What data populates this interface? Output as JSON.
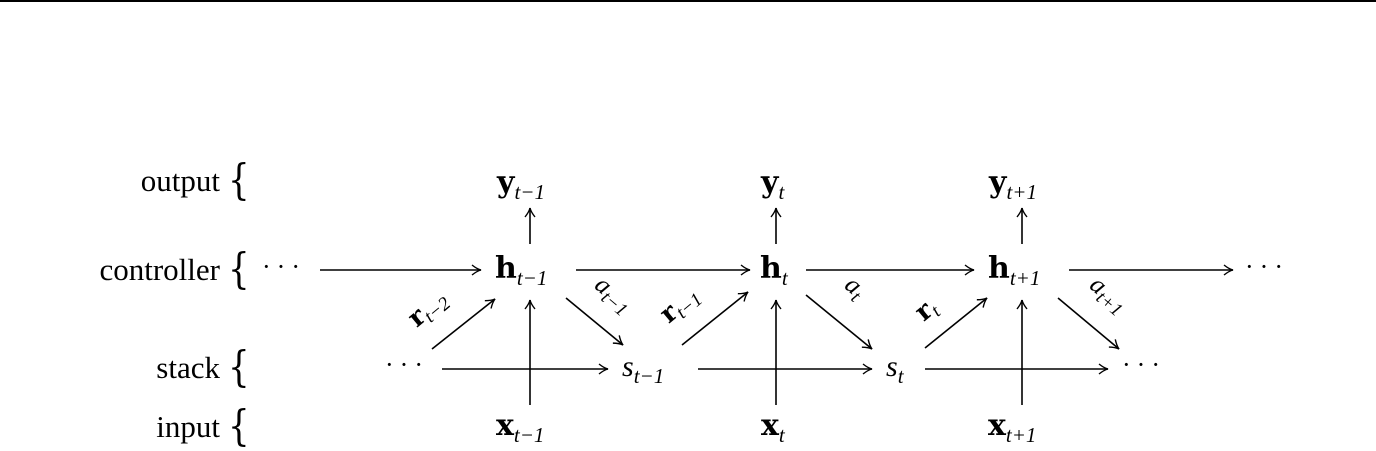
{
  "diagram": {
    "rows": [
      {
        "id": "output",
        "label": "output",
        "brace": "{"
      },
      {
        "id": "controller",
        "label": "controller",
        "brace": "{"
      },
      {
        "id": "stack",
        "label": "stack",
        "brace": "{"
      },
      {
        "id": "input",
        "label": "input",
        "brace": "{"
      }
    ],
    "ellipsis": "···",
    "nodes": {
      "y_prev": {
        "base": "y",
        "sub": "t−1"
      },
      "y_cur": {
        "base": "y",
        "sub": "t"
      },
      "y_next": {
        "base": "y",
        "sub": "t+1"
      },
      "h_prev": {
        "base": "h",
        "sub": "t−1"
      },
      "h_cur": {
        "base": "h",
        "sub": "t"
      },
      "h_next": {
        "base": "h",
        "sub": "t+1"
      },
      "s_prev": {
        "base": "s",
        "sub": "t−1"
      },
      "s_cur": {
        "base": "s",
        "sub": "t"
      },
      "x_prev": {
        "base": "x",
        "sub": "t−1"
      },
      "x_cur": {
        "base": "x",
        "sub": "t"
      },
      "x_next": {
        "base": "x",
        "sub": "t+1"
      }
    },
    "edge_labels": {
      "r_tm2": {
        "base": "r",
        "sub": "t−2"
      },
      "r_tm1": {
        "base": "r",
        "sub": "t−1"
      },
      "r_t": {
        "base": "r",
        "sub": "t"
      },
      "a_tm1": {
        "base": "a",
        "sub": "t−1"
      },
      "a_t": {
        "base": "a",
        "sub": "t"
      },
      "a_tp1": {
        "base": "a",
        "sub": "t+1"
      }
    },
    "stroke_color": "#000000"
  }
}
